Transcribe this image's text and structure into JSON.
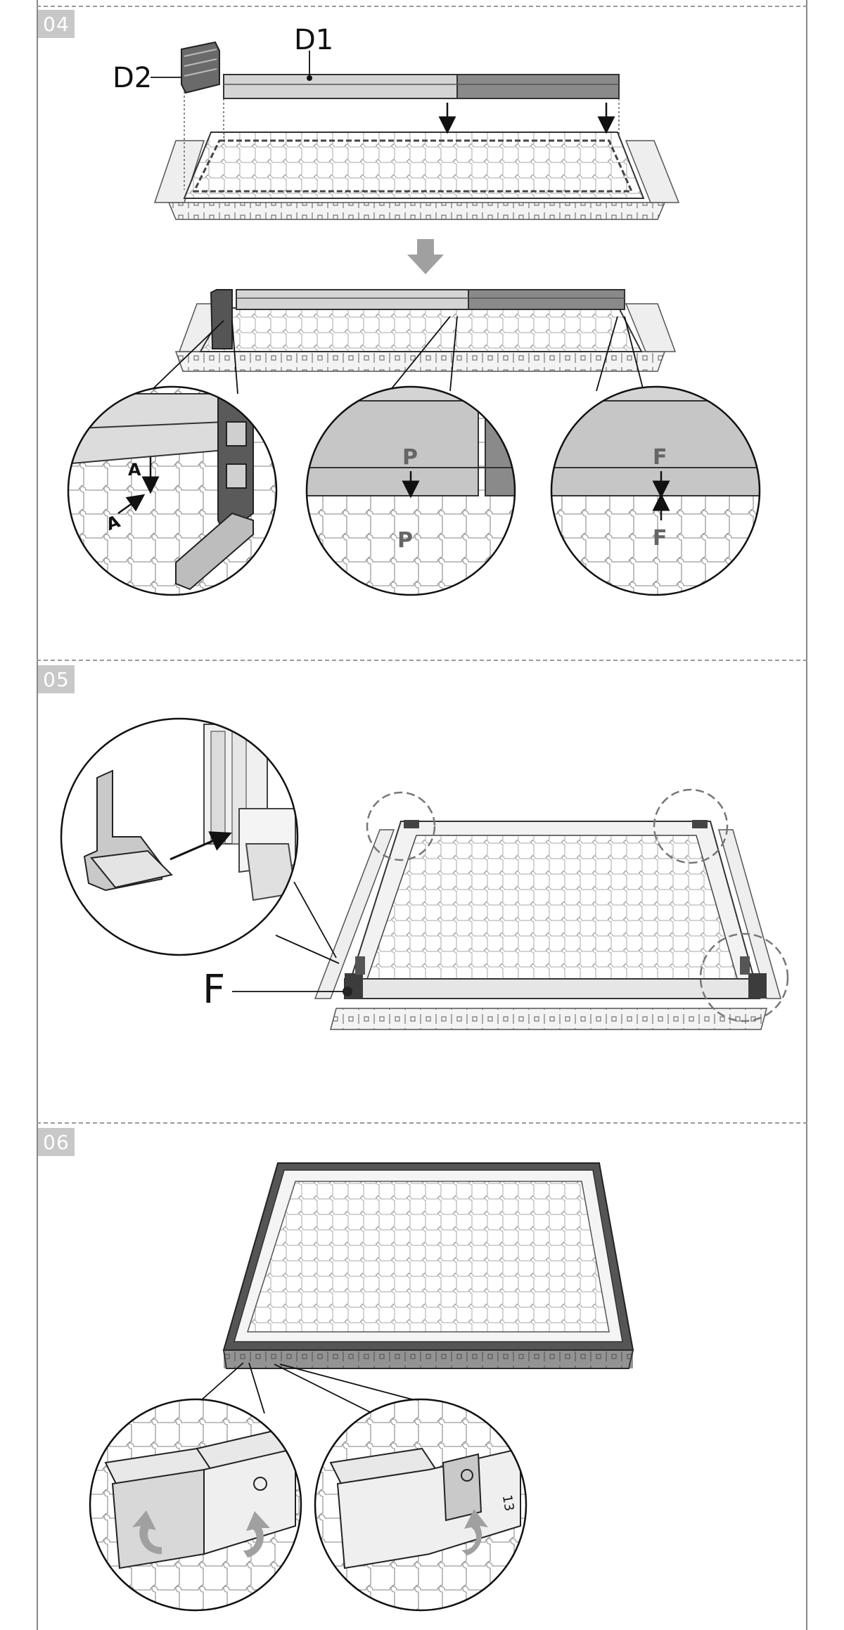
{
  "steps": [
    {
      "number": "04",
      "labels": {
        "d1": "D1",
        "d2": "D2",
        "a_top": "A",
        "a_bottom": "A",
        "p_top": "P",
        "p_bottom": "P",
        "f_top": "F",
        "f_bottom": "F"
      }
    },
    {
      "number": "05",
      "labels": {
        "f": "F"
      }
    },
    {
      "number": "06",
      "labels": {
        "b13": "13"
      }
    }
  ],
  "colors": {
    "rail_light": "#d4d4d4",
    "rail_dark": "#8a8a8a",
    "frame_dark": "#555555",
    "arrow_gray": "#a0a0a0",
    "line": "#222222"
  }
}
